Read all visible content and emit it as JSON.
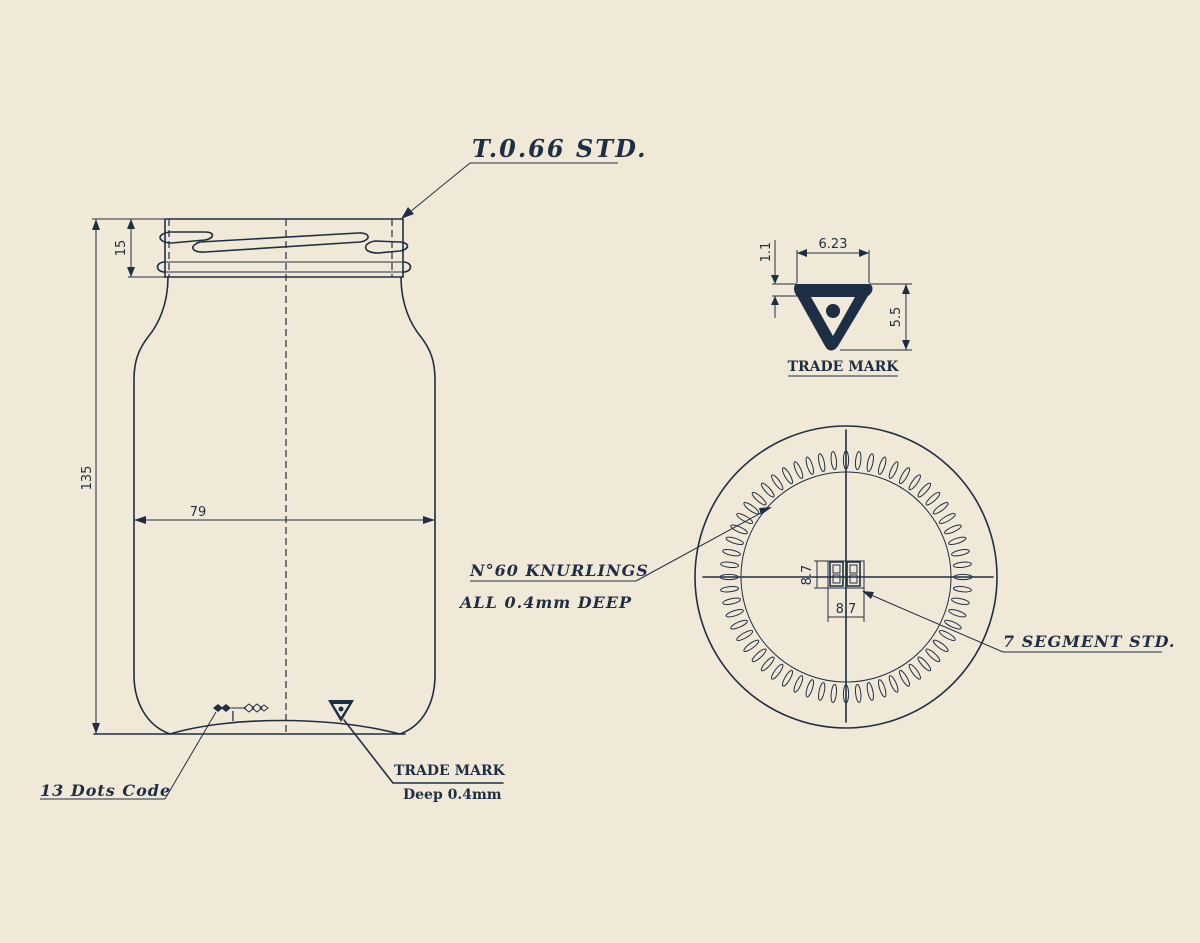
{
  "callouts": {
    "finish": "T.0.66  STD.",
    "knurlings_line1": "N°60  KNURLINGS",
    "knurlings_line2": "ALL  0.4mm  DEEP",
    "segment": "7  SEGMENT  STD.",
    "dots_code": "13  Dots  Code",
    "trademark_line1": "TRADE MARK",
    "trademark_line2": "Deep 0.4mm",
    "trademark_detail": "TRADE  MARK"
  },
  "dimensions": {
    "height": "135",
    "finish_height": "15",
    "diameter": "79",
    "tm_width": "6.23",
    "tm_thickness": "1.1",
    "tm_height": "5.5",
    "segment_height": "8.7",
    "segment_width": "8.7",
    "dot_marker": "I"
  },
  "colors": {
    "ink": "#1e2f45",
    "paper": "#f1e9d8"
  }
}
